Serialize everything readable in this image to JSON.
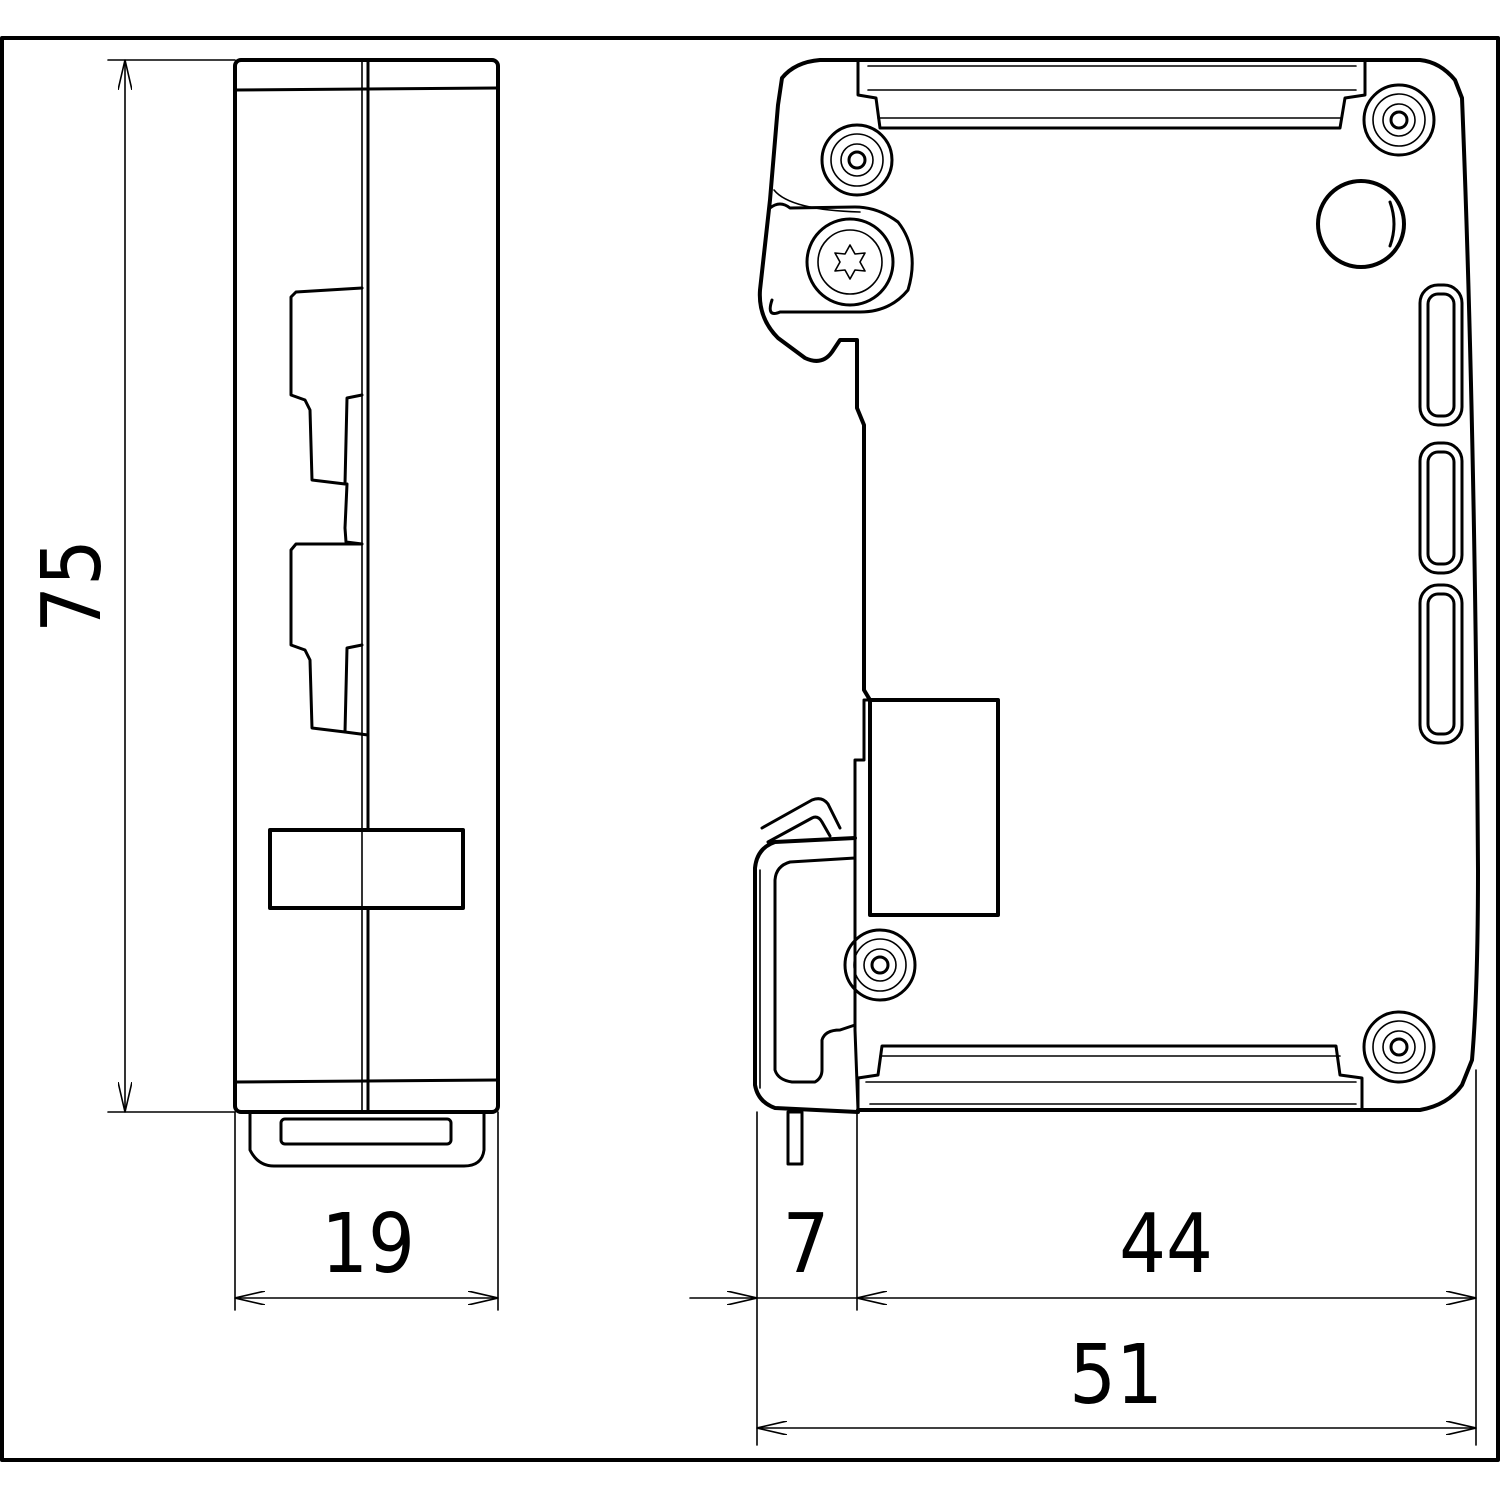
{
  "dimensions": {
    "height": "75",
    "side_width": "19",
    "rail_offset": "7",
    "body_depth": "44",
    "total_depth": "51"
  }
}
